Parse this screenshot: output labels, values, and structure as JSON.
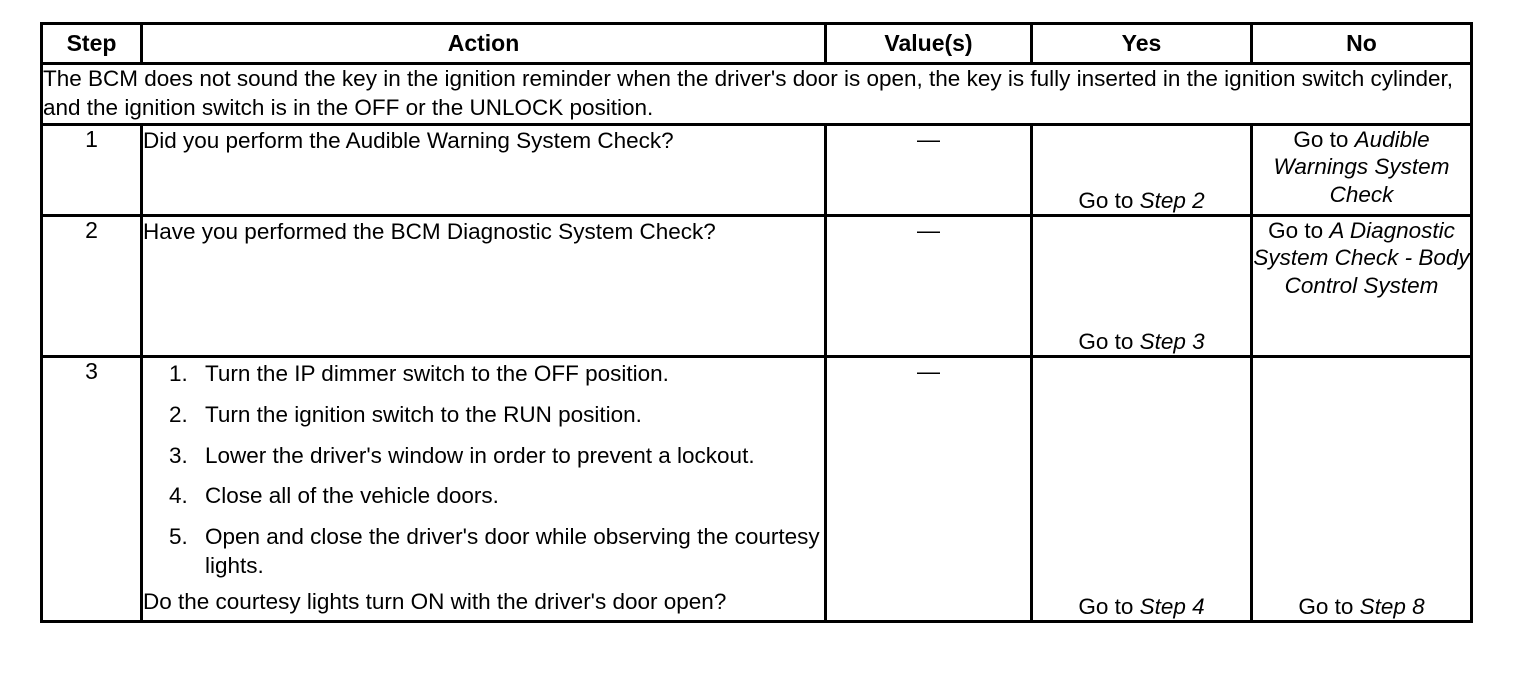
{
  "table": {
    "headers": {
      "step": "Step",
      "action": "Action",
      "value": "Value(s)",
      "yes": "Yes",
      "no": "No"
    },
    "condition": "The BCM does not sound the key in the ignition reminder when the driver's door is open, the key is fully inserted in the ignition switch cylinder, and the ignition switch is in the OFF or the UNLOCK position.",
    "dash": "—",
    "goto_prefix": "Go to ",
    "rows": [
      {
        "step": "1",
        "action_question": "Did you perform the Audible Warning System Check?",
        "action_items": [],
        "action_tail": "",
        "value": "—",
        "yes_prefix": "Go to ",
        "yes_target": "Step 2",
        "no_prefix": "Go to ",
        "no_target": "Audible Warnings System Check"
      },
      {
        "step": "2",
        "action_question": "Have you performed the BCM Diagnostic System Check?",
        "action_items": [],
        "action_tail": "",
        "value": "—",
        "yes_prefix": "Go to ",
        "yes_target": "Step 3",
        "no_prefix": "Go to ",
        "no_target": "A Diagnostic System Check - Body Control System"
      },
      {
        "step": "3",
        "action_question": "",
        "action_items": [
          "Turn the IP dimmer switch to the OFF position.",
          "Turn the ignition switch to the RUN position.",
          "Lower the driver's window in order to prevent a lockout.",
          "Close all of the vehicle doors.",
          "Open and close the driver's door while observing the courtesy lights."
        ],
        "action_tail": "Do the courtesy lights turn ON with the driver's door open?",
        "value": "—",
        "yes_prefix": "Go to ",
        "yes_target": "Step 4",
        "no_prefix": "Go to ",
        "no_target": "Step 8"
      }
    ]
  }
}
